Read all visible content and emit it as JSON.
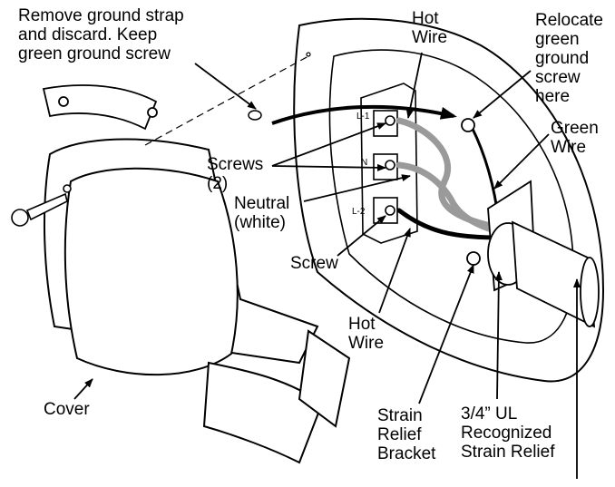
{
  "callouts": {
    "ground_strap": "Remove ground strap\nand discard. Keep\ngreen ground screw",
    "hot_wire_top": "Hot\nWire",
    "relocate": "Relocate\ngreen\nground\nscrew\nhere",
    "green_wire": "Green\nWire",
    "screws": "Screws\n(2)",
    "neutral": "Neutral\n(white)",
    "screw": "Screw",
    "hot_wire_bottom": "Hot\nWire",
    "cover": "Cover",
    "strain_bracket": "Strain\nRelief\nBracket",
    "strain_relief": "3/4” UL\nRecognized\nStrain Relief"
  },
  "terminals": {
    "l1": "L-1",
    "n": "N",
    "l2": "L-2"
  },
  "colors": {
    "line": "#000000",
    "gray_wire": "#9a9a9a",
    "background": "#ffffff"
  }
}
